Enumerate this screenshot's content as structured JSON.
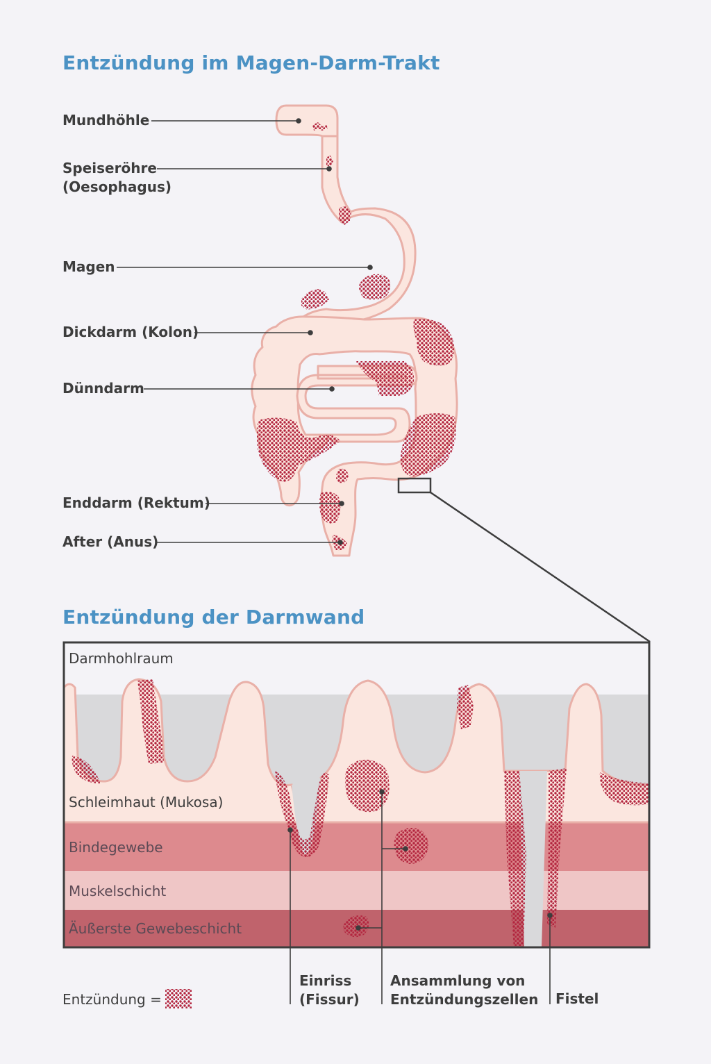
{
  "top_section": {
    "title": "Entzündung im Magen-Darm-Trakt",
    "labels": {
      "mouth": "Mundhöhle",
      "esophagus_line1": "Speiseröhre",
      "esophagus_line2": "(Oesophagus)",
      "stomach": "Magen",
      "colon": "Dickdarm (Kolon)",
      "small_intestine": "Dünndarm",
      "rectum": "Enddarm (Rektum)",
      "anus": "After (Anus)"
    }
  },
  "bottom_section": {
    "title": "Entzündung der Darmwand",
    "layers": {
      "lumen": "Darmhohlraum",
      "mucosa": "Schleimhaut (Mukosa)",
      "connective": "Bindegewebe",
      "muscle": "Muskelschicht",
      "outer": "Äußerste Gewebeschicht"
    },
    "callouts": {
      "fissure_line1": "Einriss",
      "fissure_line2": "(Fissur)",
      "cells_line1": "Ansammlung von",
      "cells_line2": "Entzündungszellen",
      "fistula": "Fistel"
    }
  },
  "legend": {
    "label": "Entzündung ="
  },
  "colors": {
    "heading": "#4b92c4",
    "tissue_fill": "#fbe6df",
    "tissue_outline": "#e9b0a8",
    "inflammation": "#b3263f",
    "lumen_gray": "#d9d9db",
    "connective": "#dd8a8e",
    "muscle": "#efc6c6",
    "outer": "#c0636c"
  }
}
